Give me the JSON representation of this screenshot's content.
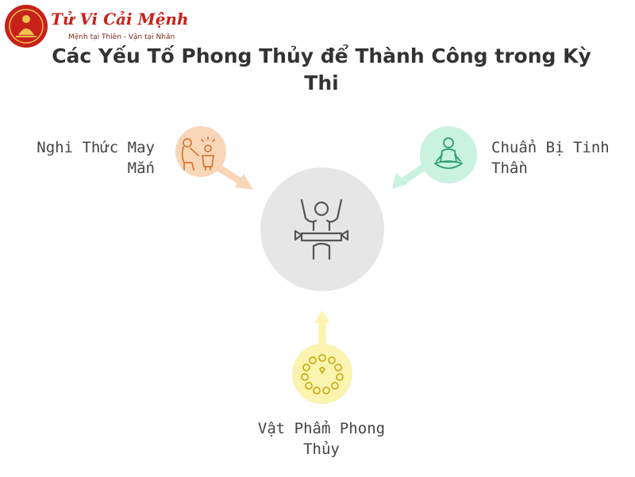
{
  "logo": {
    "name": "Tử Vi Cải Mệnh",
    "tagline": "Mệnh tại Thiên - Vận tại Nhân"
  },
  "title": "Các Yếu Tố Phong Thủy để Thành Công trong Kỳ Thi",
  "center": {
    "icon": "winner-finish-line-icon"
  },
  "factors": [
    {
      "id": "ritual",
      "label_lines": [
        "Nghi Thức May",
        "Mắn"
      ],
      "icon": "ritual-offering-icon",
      "color": "#f9d6b8"
    },
    {
      "id": "mental",
      "label_lines": [
        "Chuẩn Bị Tinh",
        "Thần"
      ],
      "icon": "meditation-icon",
      "color": "#c9f2df"
    },
    {
      "id": "items",
      "label_lines": [
        "Vật Phẩm Phong",
        "Thủy"
      ],
      "icon": "bead-bracelet-icon",
      "color": "#fbf3b0"
    }
  ],
  "colors": {
    "center_circle": "#e6e6e6",
    "ritual_arrow": "#f9d6b8",
    "mental_arrow": "#c9f2df",
    "items_arrow": "#fbf3b0",
    "icon_stroke_center": "#555555",
    "icon_stroke_ritual": "#d97a3a",
    "icon_stroke_mental": "#2e9e6a",
    "icon_stroke_items": "#c9b21a",
    "brand": "#c8211b"
  }
}
